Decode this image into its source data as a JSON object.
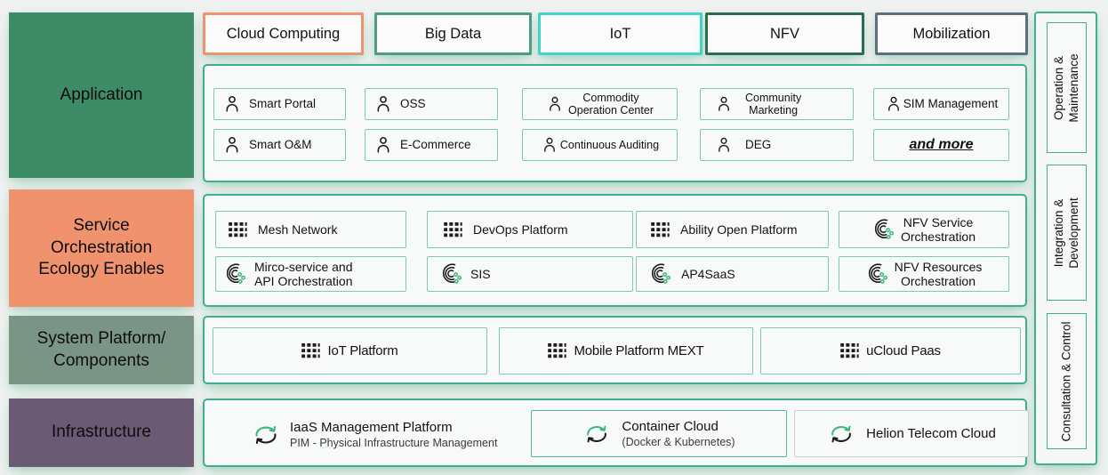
{
  "layers": [
    {
      "label": "Application",
      "color": "#3e8b67"
    },
    {
      "label": "Service\nOrchestration\nEcology Enables",
      "color": "#f0926e"
    },
    {
      "label": "System Platform/\nComponents",
      "color": "#7a9486"
    },
    {
      "label": "Infrastructure",
      "color": "#6b5a74"
    }
  ],
  "tabs": [
    {
      "label": "Cloud Computing",
      "border_color": "#f0926e"
    },
    {
      "label": "Big Data",
      "border_color": "#4c9c87"
    },
    {
      "label": "IoT",
      "border_color": "#3fd6c9"
    },
    {
      "label": "NFV",
      "border_color": "#2d6b52"
    },
    {
      "label": "Mobilization",
      "border_color": "#5d6e7e"
    }
  ],
  "application": {
    "rows": [
      [
        {
          "label": "Smart Portal",
          "icon": "person-icon"
        },
        {
          "label": "OSS",
          "icon": "person-icon"
        },
        {
          "label": "Commodity\nOperation Center",
          "icon": "person-icon"
        },
        {
          "label": "Community\nMarketing",
          "icon": "person-icon"
        },
        {
          "label": "SIM Management",
          "icon": "person-icon"
        }
      ],
      [
        {
          "label": "Smart O&M",
          "icon": "person-icon"
        },
        {
          "label": "E-Commerce",
          "icon": "person-icon"
        },
        {
          "label": "Continuous Auditing",
          "icon": "person-icon"
        },
        {
          "label": "DEG",
          "icon": "person-icon"
        },
        {
          "label": "and more",
          "icon": "none"
        }
      ]
    ]
  },
  "service_orchestration": {
    "rows": [
      [
        {
          "label": "Mesh Network",
          "icon": "grid-icon"
        },
        {
          "label": "DevOps Platform",
          "icon": "grid-icon"
        },
        {
          "label": "Ability Open Platform",
          "icon": "grid-icon"
        },
        {
          "label": "NFV Service\nOrchestration",
          "icon": "orchestration-icon"
        }
      ],
      [
        {
          "label": "Mirco-service and\nAPI Orchestration",
          "icon": "orchestration-icon"
        },
        {
          "label": "SIS",
          "icon": "orchestration-icon"
        },
        {
          "label": "AP4SaaS",
          "icon": "orchestration-icon"
        },
        {
          "label": "NFV Resources\nOrchestration",
          "icon": "orchestration-icon"
        }
      ]
    ]
  },
  "system_platform": {
    "items": [
      {
        "label": "IoT Platform",
        "icon": "grid-icon"
      },
      {
        "label": "Mobile Platform MEXT",
        "icon": "grid-icon"
      },
      {
        "label": "uCloud Paas",
        "icon": "grid-icon"
      }
    ]
  },
  "infrastructure": {
    "items": [
      {
        "title": "IaaS Management Platform",
        "subtitle": "PIM - Physical Infrastructure Management",
        "icon": "sync-cloud-icon"
      },
      {
        "title": "Container Cloud",
        "subtitle": "(Docker & Kubernetes)",
        "icon": "sync-cloud-icon"
      },
      {
        "title": "Helion Telecom Cloud",
        "subtitle": "",
        "icon": "sync-cloud-icon"
      }
    ]
  },
  "sidebar": {
    "items": [
      {
        "label": "Operation &\nMaintenance"
      },
      {
        "label": "Integration &\nDevelopment"
      },
      {
        "label": "Consultation & Control"
      }
    ]
  },
  "colors": {
    "panel_border": "#3fae94",
    "item_border": "#7cc9ba",
    "icon_black": "#1c1c1c",
    "icon_green": "#3cb87e",
    "background": "#eef1f0"
  }
}
